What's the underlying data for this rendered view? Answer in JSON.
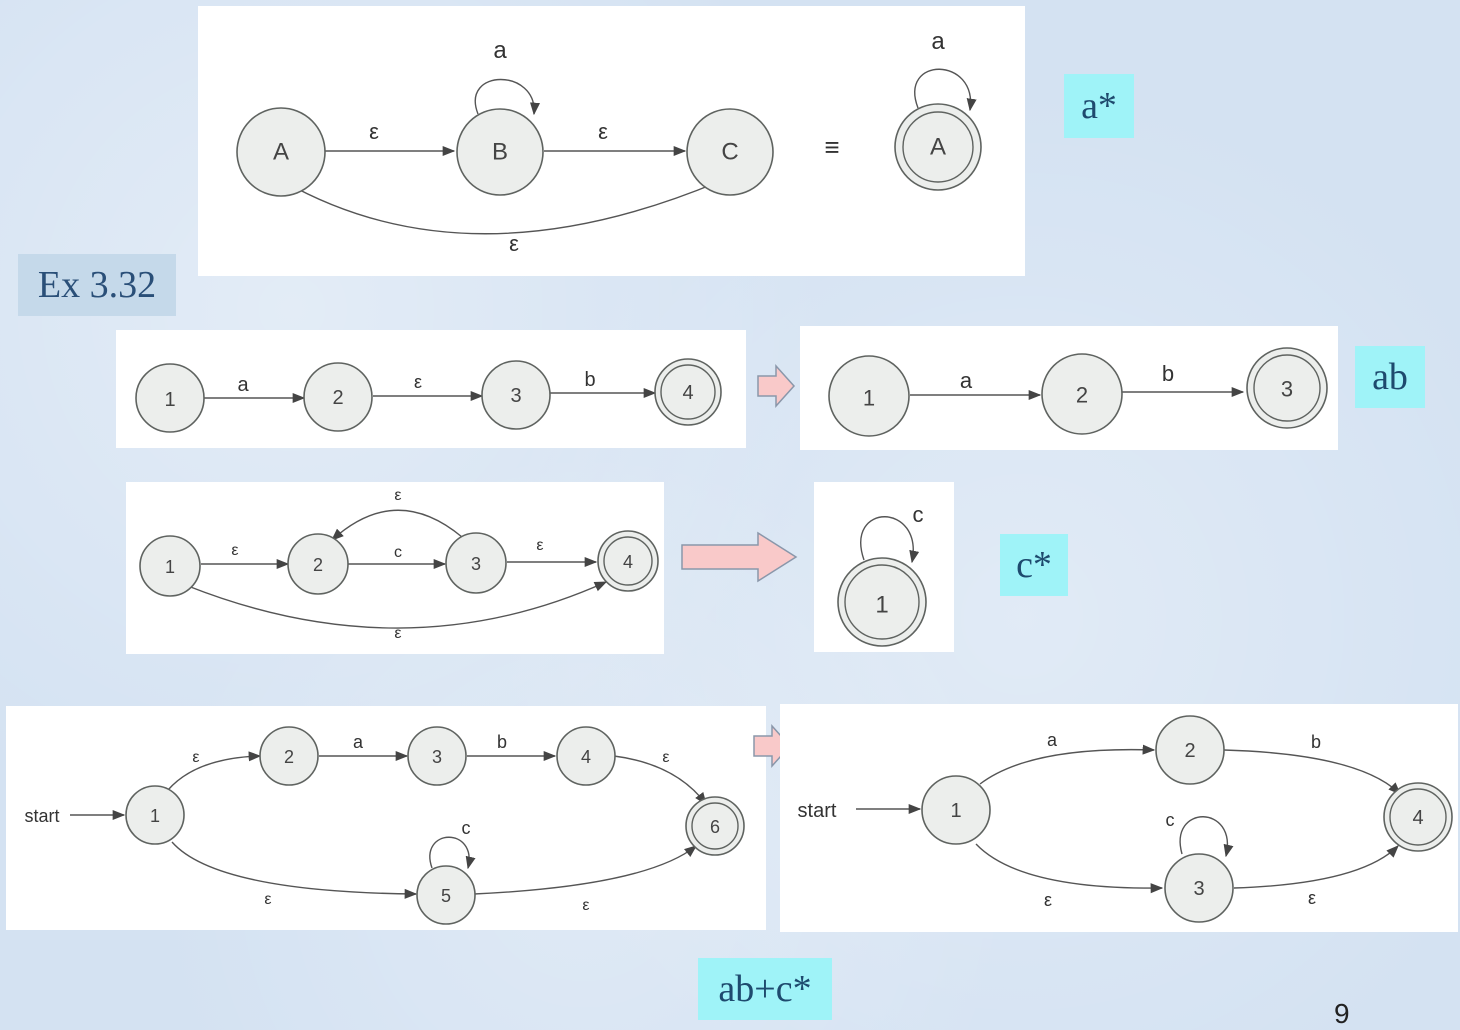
{
  "example_label": "Ex 3.32",
  "page_number": "9",
  "tags": {
    "a_star": "a*",
    "ab": "ab",
    "c_star": "c*",
    "ab_plus_c_star": "ab+c*"
  },
  "diagram1": {
    "states": [
      "A",
      "B",
      "C"
    ],
    "loop_label": "a",
    "eps_ab": "ε",
    "eps_bc": "ε",
    "eps_ac": "ε",
    "equiv": "≡",
    "result_state": "A",
    "result_loop": "a"
  },
  "diagram2": {
    "states": [
      "1",
      "2",
      "3",
      "4"
    ],
    "edges": [
      "a",
      "ε",
      "b"
    ],
    "result_states": [
      "1",
      "2",
      "3"
    ],
    "result_edges": [
      "a",
      "b"
    ]
  },
  "diagram3": {
    "states": [
      "1",
      "2",
      "3",
      "4"
    ],
    "e12": "ε",
    "e23": "c",
    "e34": "ε",
    "e32": "ε",
    "e14": "ε",
    "result_state": "1",
    "result_loop": "c"
  },
  "diagram4": {
    "start": "start",
    "states": [
      "1",
      "2",
      "3",
      "4",
      "5",
      "6"
    ],
    "e12": "ε",
    "e23": "a",
    "e34": "b",
    "e46": "ε",
    "e15": "ε",
    "e55": "c",
    "e56": "ε",
    "result_start": "start",
    "result_states": [
      "1",
      "2",
      "3",
      "4"
    ],
    "r12": "a",
    "r24": "b",
    "r13": "ε",
    "r33": "c",
    "r34": "ε"
  }
}
